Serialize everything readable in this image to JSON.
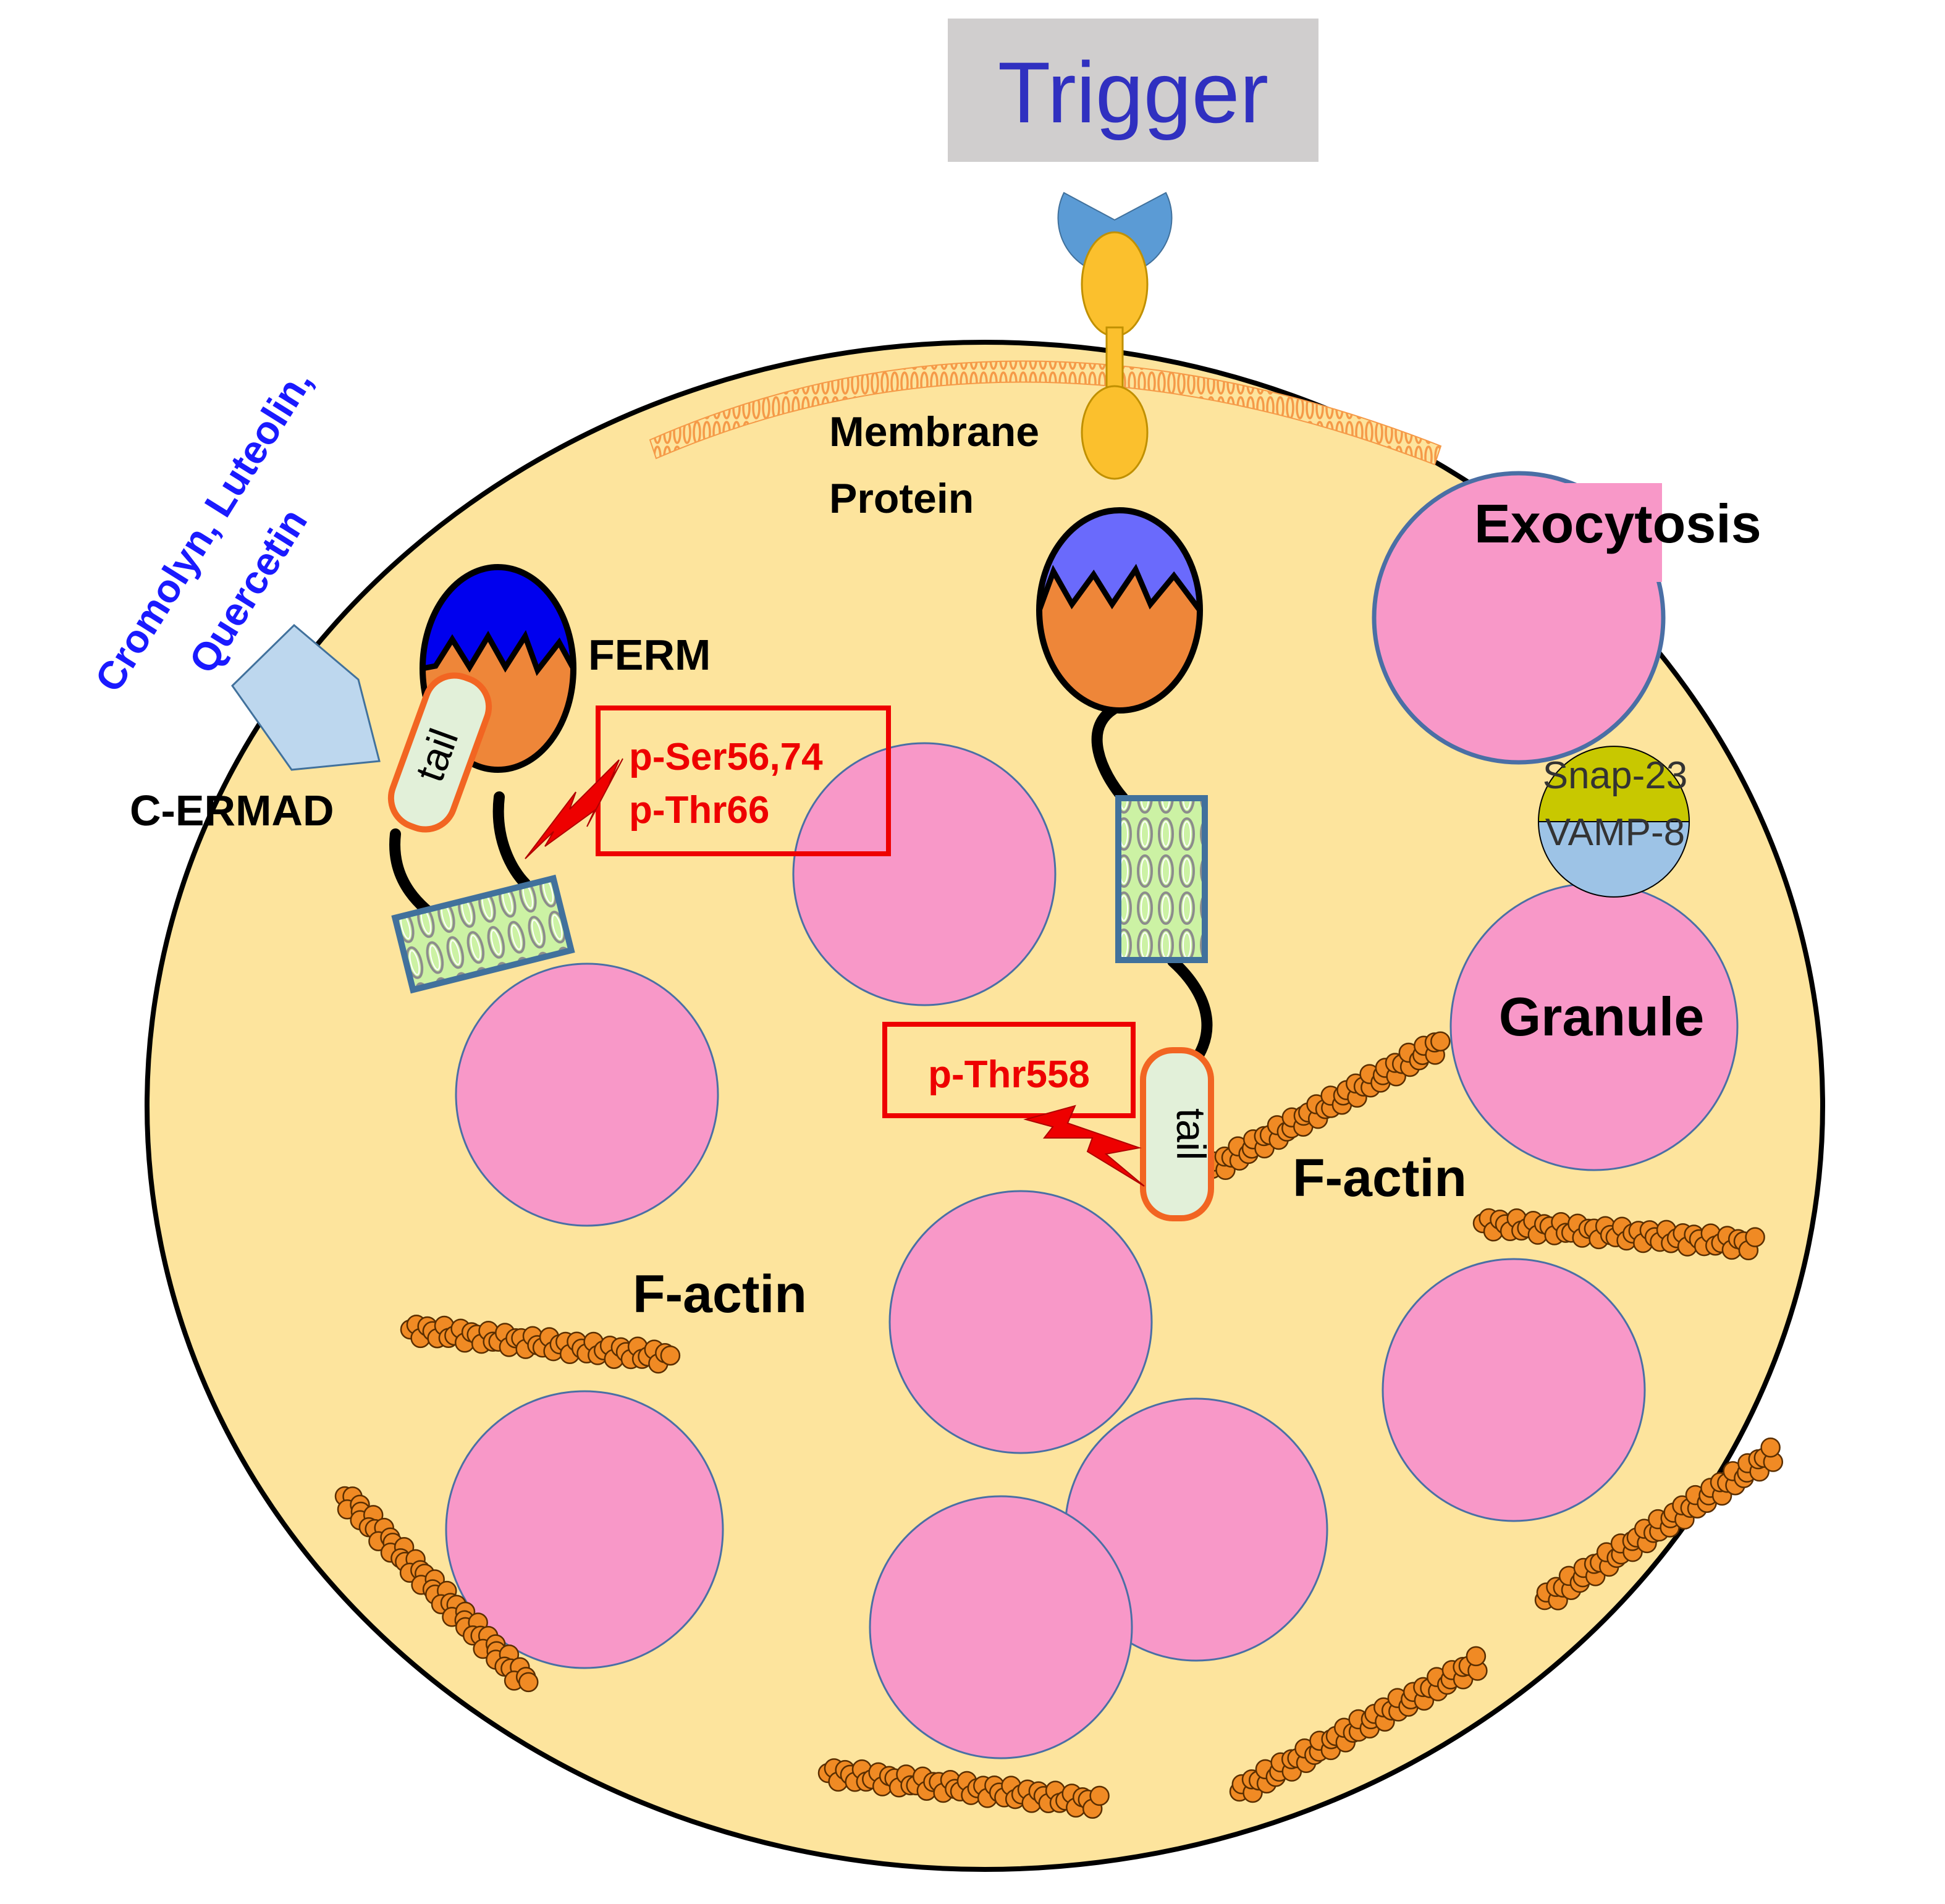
{
  "labels": {
    "trigger": "Trigger",
    "membrane_protein_line1": "Membrane",
    "membrane_protein_line2": "Protein",
    "exocytosis": "Exocytosis",
    "drugs_line1": "Cromolyn, Luteolin,",
    "drugs_line2": "Quercetin",
    "c_ermad": "C-ERMAD",
    "ferm": "FERM",
    "tail": "tail",
    "p_ser": "p-Ser56,74",
    "p_thr66": "p-Thr66",
    "p_thr558": "p-Thr558",
    "snap23": "Snap-23",
    "vamp8": "VAMP-8",
    "granule": "Granule",
    "factin": "F-actin"
  },
  "colors": {
    "cell_fill": "#fde49d",
    "membrane_band": "#f59a48",
    "granule_fill": "#f898c8",
    "granule_stroke": "#4a6fa5",
    "trigger_box": "#d0cece",
    "trigger_text": "#3030c0",
    "receptor_blue": "#5b9bd5",
    "receptor_gold": "#fbc02d",
    "ferm_dark_blue": "#0000ee",
    "ferm_light_blue": "#6a6afc",
    "ferm_orange": "#ee8639",
    "tail_fill": "#e2f0d9",
    "tail_outline": "#f26522",
    "helix_fill": "#ccf2a4",
    "helix_frame": "#41719c",
    "phospho_red": "#ee0000",
    "drug_blue": "#1a1aff",
    "arrow_fill": "#bdd7ee",
    "snap_olive": "#c8c800",
    "vamp_blue": "#9dc3e6",
    "actin_bead": "#f08a24"
  },
  "icons": {
    "phosphorylation": "lightning-bolt-icon",
    "drug_inhibition": "pentagon-arrow-icon",
    "receptor": "pacman-receptor-icon"
  }
}
